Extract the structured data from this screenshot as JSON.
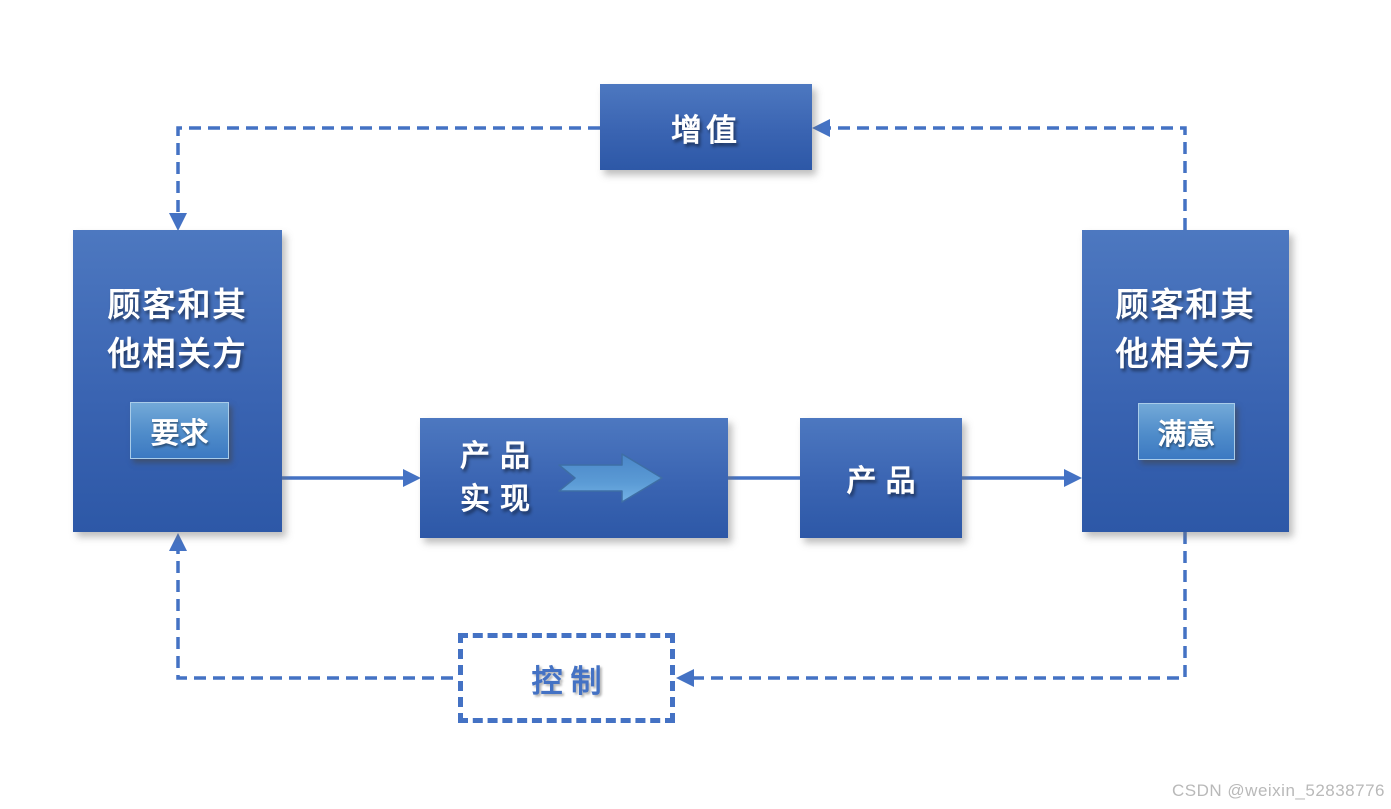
{
  "watermark": "CSDN @weixin_52838776",
  "colors": {
    "box_blue_top": "#4d78c0",
    "box_blue_bottom": "#2d58a7",
    "accent_blue": "#4472c4",
    "subbox_blue_top": "#73a9d8",
    "subbox_blue_bottom": "#3c79c2",
    "block_arrow_fill": "#5b9bd5"
  },
  "boxes": {
    "value_add": {
      "label": "增值"
    },
    "left_party": {
      "lines": [
        "顾客和其",
        "他相关方"
      ],
      "sub_label": "要求"
    },
    "product_realization": {
      "lines": [
        "产品",
        "实现"
      ]
    },
    "product": {
      "label": "产品"
    },
    "right_party": {
      "lines": [
        "顾客和其",
        "他相关方"
      ],
      "sub_label": "满意"
    },
    "control": {
      "label": "控制"
    }
  }
}
